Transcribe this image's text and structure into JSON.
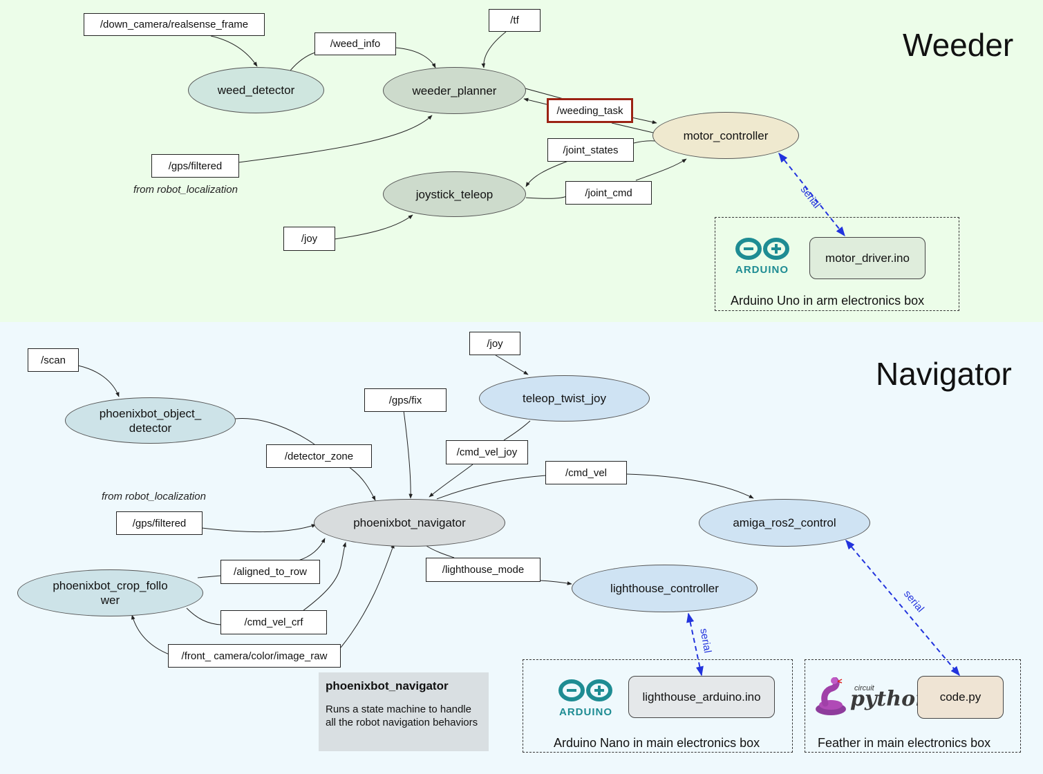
{
  "colors": {
    "weeder_bg": "#ecfde9",
    "navigator_bg": "#eff9fd",
    "weeder_node_teal": "#cfe6df",
    "weeder_node_sage": "#cddbcc",
    "motor_controller_fill": "#efe9cf",
    "nav_node_teal": "#cde3e8",
    "nav_node_grey": "#d8dcdd",
    "nav_node_blue": "#cfe3f3",
    "highlight_border": "#9b2213",
    "serial_link": "#2233dd",
    "arduino_teal": "#1e8c93"
  },
  "weeder": {
    "title": "Weeder",
    "topics": {
      "down_camera": "/down_camera/realsense_frame",
      "weed_info": "/weed_info",
      "tf": "/tf",
      "weeding_task": "/weeding_task",
      "joint_states": "/joint_states",
      "gps_filtered": "/gps/filtered",
      "joint_cmd": "/joint_cmd",
      "joy": "/joy"
    },
    "nodes": {
      "weed_detector": "weed_detector",
      "weeder_planner": "weeder_planner",
      "motor_controller": "motor_controller",
      "joystick_teleop": "joystick_teleop"
    },
    "note_from": "from robot_localization",
    "serial_label": "serial",
    "hardware": {
      "logo_text": "ARDUINO",
      "file": "motor_driver.ino",
      "caption": "Arduino Uno in arm electronics box"
    }
  },
  "navigator": {
    "title": "Navigator",
    "topics": {
      "scan": "/scan",
      "joy": "/joy",
      "gps_fix": "/gps/fix",
      "detector_zone": "/detector_zone",
      "cmd_vel_joy": "/cmd_vel_joy",
      "cmd_vel": "/cmd_vel",
      "gps_filtered": "/gps/filtered",
      "aligned_to_row": "/aligned_to_row",
      "lighthouse_mode": "/lighthouse_mode",
      "cmd_vel_crf": "/cmd_vel_crf",
      "front_camera": "/front_ camera/color/image_raw"
    },
    "nodes": {
      "object_detector_line1": "phoenixbot_object_",
      "object_detector_line2": "detector",
      "teleop_twist_joy": "teleop_twist_joy",
      "phoenixbot_navigator": "phoenixbot_navigator",
      "amiga_ros2_control": "amiga_ros2_control",
      "crop_follower_line1": "phoenixbot_crop_follo",
      "crop_follower_line2": "wer",
      "lighthouse_controller": "lighthouse_controller"
    },
    "note_from": "from robot_localization",
    "serial_label_left": "serial",
    "serial_label_right": "serial",
    "hardware_nano": {
      "logo_text": "ARDUINO",
      "file": "lighthouse_arduino.ino",
      "caption": "Arduino Nano in main electronics box"
    },
    "hardware_feather": {
      "logo_text_small": "circuit",
      "logo_text": "python",
      "file": "code.py",
      "caption": "Feather in main electronics box"
    },
    "info": {
      "title": "phoenixbot_navigator",
      "description": "Runs a state machine to handle all the robot navigation behaviors"
    }
  }
}
